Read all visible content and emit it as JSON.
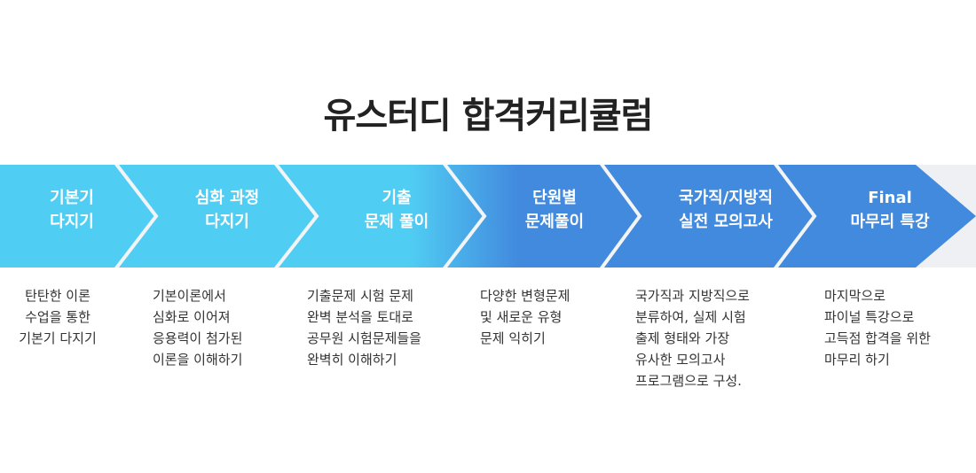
{
  "title": "유스터디 합격커리큘럼",
  "colors": {
    "start": "#50cdf3",
    "end": "#428ade",
    "band_bg": "#eef0f3"
  },
  "steps": [
    {
      "line1": "기본기",
      "line2": "다지기",
      "desc": "탄탄한 이론\n수업을 통한\n기본기 다지기"
    },
    {
      "line1": "심화 과정",
      "line2": "다지기",
      "desc": "기본이론에서\n심화로 이어져\n응용력이 첨가된\n이론을 이해하기"
    },
    {
      "line1": "기출",
      "line2": "문제 풀이",
      "desc": "기출문제 시험 문제\n완벽 분석을 토대로\n공무원 시험문제들을\n완벽히 이해하기"
    },
    {
      "line1": "단원별",
      "line2": "문제풀이",
      "desc": "다양한 변형문제\n및 새로운 유형\n문제 익히기"
    },
    {
      "line1": "국가직/지방직",
      "line2": "실전 모의고사",
      "desc": "국가직과 지방직으로\n분류하여, 실제 시험\n출제 형태와 가장\n유사한 모의고사\n프로그램으로 구성."
    },
    {
      "line1": "Final",
      "line2": "마무리 특강",
      "desc": "마지막으로\n파이널 특강으로\n고득점 합격을 위한\n마무리 하기"
    }
  ]
}
